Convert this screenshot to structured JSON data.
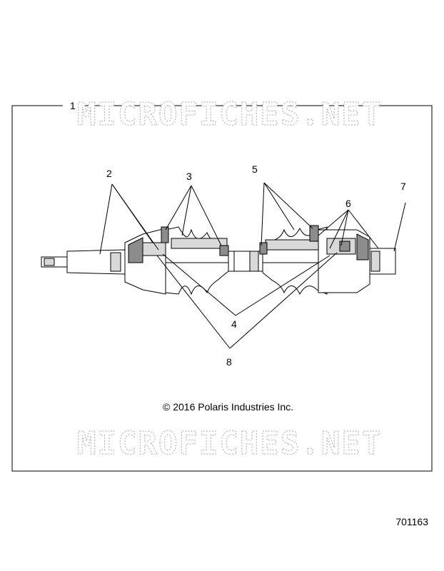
{
  "callouts": {
    "c1": "1",
    "c2": "2",
    "c3": "3",
    "c4": "4",
    "c5": "5",
    "c6": "6",
    "c7": "7",
    "c8": "8"
  },
  "copyright": "© 2016 Polaris Industries Inc.",
  "watermark": "MICROFICHES.NET",
  "figure_number": "701163",
  "colors": {
    "line": "#000000",
    "shade": "#d9d9d9",
    "dark": "#8c8c8c",
    "watermark": "#b8b8b8"
  }
}
